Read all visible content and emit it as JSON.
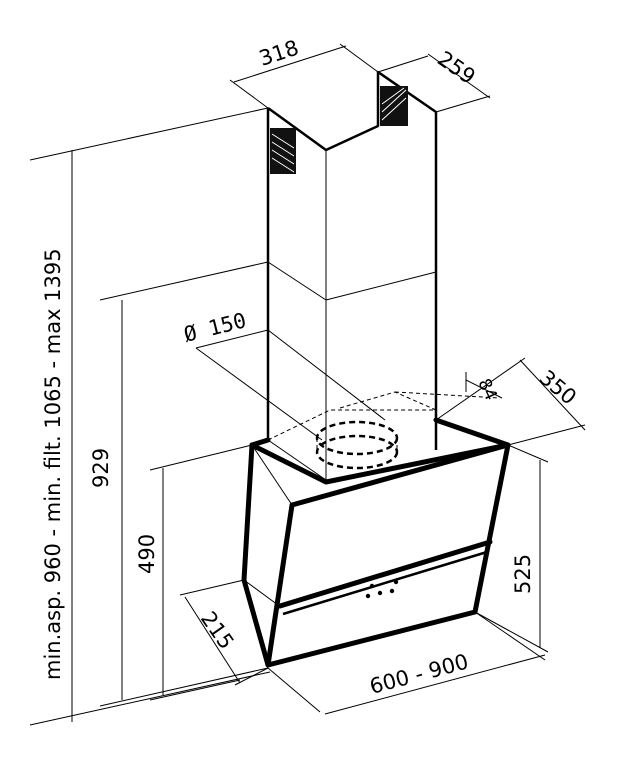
{
  "dimensions": {
    "chimney_width": "318",
    "chimney_depth": "259",
    "outlet_diameter": "Ø 150",
    "outlet_offset": "84",
    "hood_depth_top": "350",
    "overall_height": "min.asp. 960 - min. filt. 1065 - max 1395",
    "height_929": "929",
    "height_490": "490",
    "body_height": "525",
    "bottom_depth": "215",
    "width_range": "600 - 900"
  }
}
